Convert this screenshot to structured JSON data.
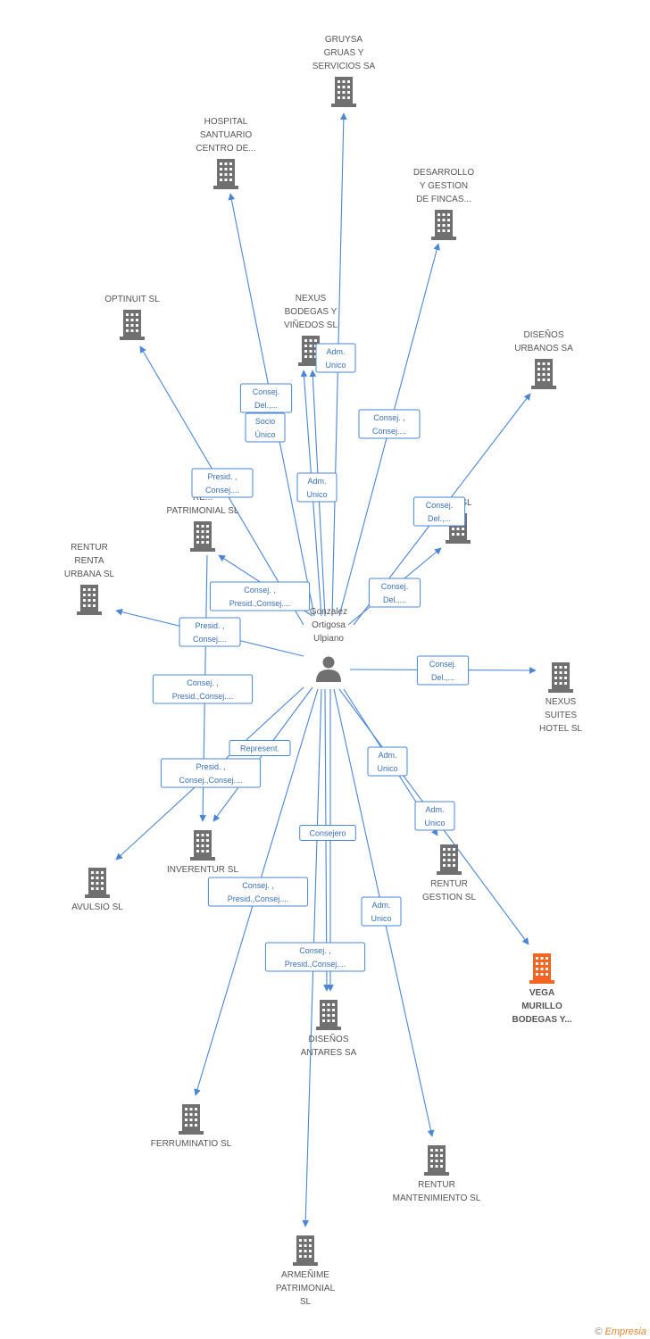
{
  "center": {
    "label": [
      "Gonzalez",
      "Ortigosa",
      "Ulpiano"
    ],
    "icon": "person-icon"
  },
  "colors": {
    "edge": "#4a86d4",
    "node": "#707070",
    "highlight": "#f26522"
  },
  "nodes": [
    {
      "id": "gruysa",
      "label": [
        "GRUYSA",
        "GRUAS Y",
        "SERVICIOS SA"
      ],
      "icon": "building-icon"
    },
    {
      "id": "hospital",
      "label": [
        "HOSPITAL",
        "SANTUARIO",
        "CENTRO DE..."
      ],
      "icon": "building-icon"
    },
    {
      "id": "desarrollo",
      "label": [
        "DESARROLLO",
        "Y GESTION",
        "DE FINCAS..."
      ],
      "icon": "building-icon"
    },
    {
      "id": "optinuit",
      "label": [
        "OPTINUIT SL"
      ],
      "icon": "building-icon"
    },
    {
      "id": "nexus_bodegas",
      "label": [
        "NEXUS",
        "BODEGAS Y",
        "VIÑEDOS SL"
      ],
      "icon": "building-icon"
    },
    {
      "id": "disenos_urbanos",
      "label": [
        "DISEÑOS",
        "URBANOS SA"
      ],
      "icon": "building-icon"
    },
    {
      "id": "rentur_patrimonial",
      "label": [
        "RE...",
        "PATRIMONIAL SL"
      ],
      "icon": "building-icon"
    },
    {
      "id": "hidden_sl",
      "label": [
        "...O SL"
      ],
      "icon": "building-icon"
    },
    {
      "id": "rentur_renta",
      "label": [
        "RENTUR",
        "RENTA",
        "URBANA SL"
      ],
      "icon": "building-icon"
    },
    {
      "id": "nexus_suites",
      "label": [
        "NEXUS",
        "SUITES",
        "HOTEL  SL"
      ],
      "icon": "building-icon"
    },
    {
      "id": "inverentur",
      "label": [
        "INVERENTUR  SL"
      ],
      "icon": "building-icon"
    },
    {
      "id": "avulsio",
      "label": [
        "AVULSIO SL"
      ],
      "icon": "building-icon"
    },
    {
      "id": "rentur_gestion",
      "label": [
        "RENTUR",
        "GESTION SL"
      ],
      "icon": "building-icon"
    },
    {
      "id": "vega_murillo",
      "label": [
        "VEGA",
        "MURILLO",
        "BODEGAS Y..."
      ],
      "icon": "building-icon",
      "highlight": true
    },
    {
      "id": "disenos_antares",
      "label": [
        "DISEÑOS",
        "ANTARES SA"
      ],
      "icon": "building-icon"
    },
    {
      "id": "ferruminatio",
      "label": [
        "FERRUMINATIO SL"
      ],
      "icon": "building-icon"
    },
    {
      "id": "rentur_mant",
      "label": [
        "RENTUR",
        "MANTENIMIENTO SL"
      ],
      "icon": "building-icon"
    },
    {
      "id": "armenime",
      "label": [
        "ARMEÑIME",
        "PATRIMONIAL",
        "SL"
      ],
      "icon": "building-icon"
    }
  ],
  "edges": [
    {
      "to": "gruysa",
      "label": [
        "Adm.",
        "Unico"
      ]
    },
    {
      "to": "hospital",
      "label": [
        "Consej.",
        "Del.,..."
      ]
    },
    {
      "to": "desarrollo",
      "label": [
        "Consej. ,",
        "Consej...."
      ]
    },
    {
      "to": "optinuit",
      "label": [
        "Presid. ,",
        "Consej...."
      ]
    },
    {
      "to": "nexus_bodegas",
      "label": [
        "Socio",
        "Único"
      ]
    },
    {
      "to": "nexus_bodegas",
      "label": [
        "Adm.",
        "Unico"
      ]
    },
    {
      "to": "disenos_urbanos",
      "label": [
        "Consej.",
        "Del.,..."
      ]
    },
    {
      "to": "rentur_patrimonial",
      "label": [
        "Consej. ,",
        "Presid.,Consej...."
      ]
    },
    {
      "to": "hidden_sl",
      "label": [
        "Consej.",
        "Del.,..."
      ]
    },
    {
      "to": "rentur_renta",
      "label": [
        "Presid. ,",
        "Consej...."
      ]
    },
    {
      "to": "nexus_suites",
      "label": [
        "Consej.",
        "Del.,..."
      ]
    },
    {
      "to": "inverentur",
      "label": [
        "Consej. ,",
        "Presid.,Consej...."
      ]
    },
    {
      "to": "inverentur",
      "label": [
        "Represent."
      ]
    },
    {
      "to": "avulsio",
      "label": [
        "Presid. ,",
        "Consej.,Consej...."
      ]
    },
    {
      "to": "rentur_gestion",
      "label": [
        "Adm.",
        "Unico"
      ]
    },
    {
      "to": "vega_murillo",
      "label": [
        "Adm.",
        "Unico"
      ]
    },
    {
      "to": "disenos_antares",
      "label": [
        "Consejero"
      ]
    },
    {
      "to": "disenos_antares",
      "label": [
        "Consej. ,",
        "Presid.,Consej...."
      ]
    },
    {
      "to": "ferruminatio",
      "label": [
        "Consej. ,",
        "Presid.,Consej...."
      ]
    },
    {
      "to": "rentur_mant",
      "label": [
        "Adm.",
        "Unico"
      ]
    },
    {
      "to": "armenime",
      "label": []
    }
  ],
  "footer": {
    "copyright": "©",
    "brand": "Empresia"
  }
}
